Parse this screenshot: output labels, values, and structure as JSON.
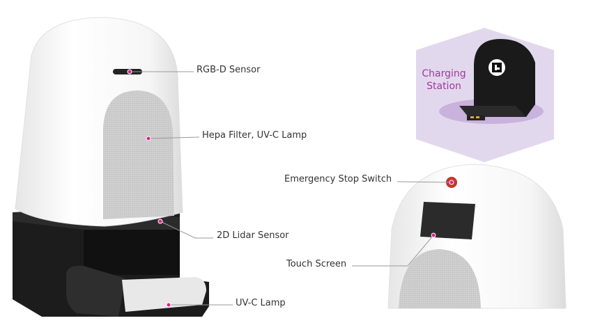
{
  "labels": {
    "rgbd": "RGB-D Sensor",
    "hepa": "Hepa Filter, UV-C Lamp",
    "lidar": "2D Lidar Sensor",
    "uvc": "UV-C Lamp",
    "estop": "Emergency Stop Switch",
    "touch": "Touch Screen"
  },
  "charging": {
    "line1": "Charging",
    "line2": "Station"
  },
  "colors": {
    "dot": "#e0218a",
    "hex": "#e2d8ee",
    "accent": "#a0389a"
  }
}
